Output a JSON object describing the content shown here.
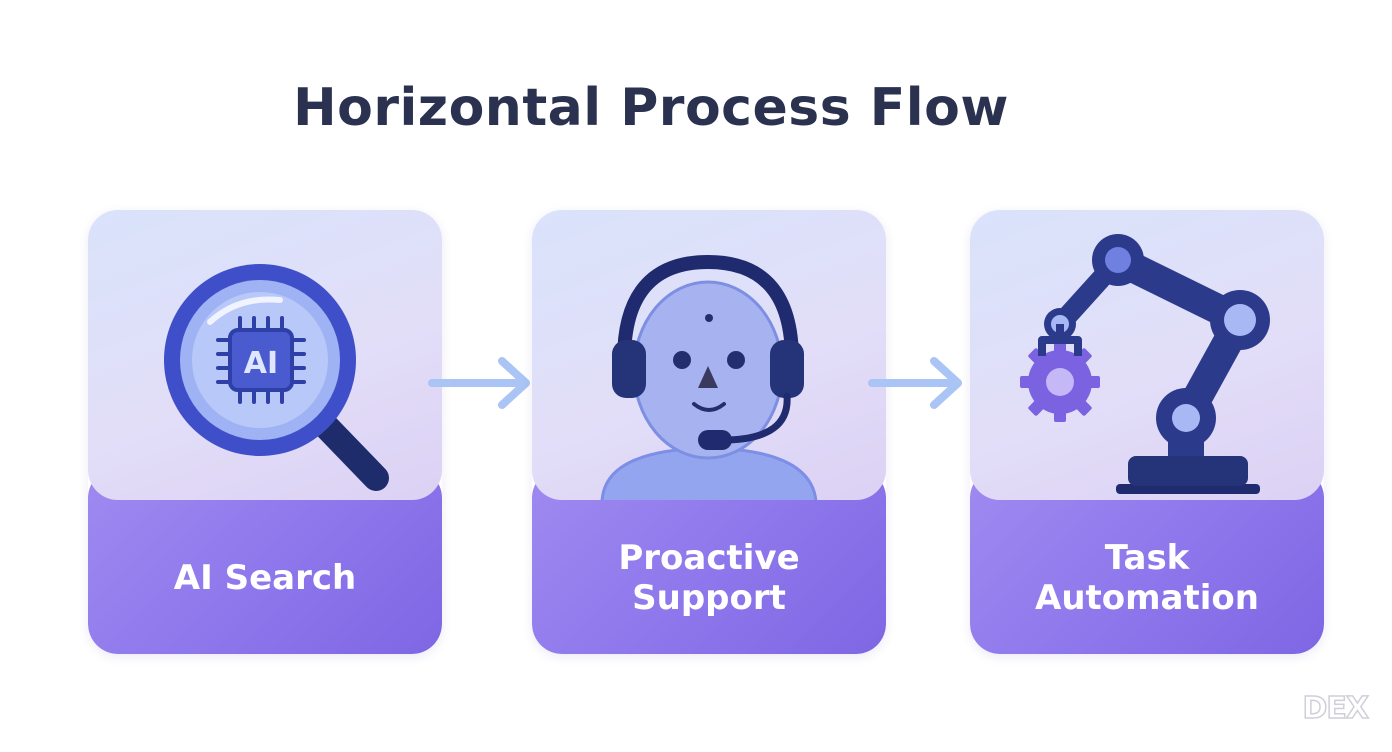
{
  "title": "Horizontal Process Flow",
  "steps": [
    {
      "label": "AI Search",
      "icon": "ai-search-magnifier-icon",
      "icon_text": "AI"
    },
    {
      "label": "Proactive\nSupport",
      "icon": "support-agent-headset-icon"
    },
    {
      "label": "Task\nAutomation",
      "icon": "robotic-arm-gear-icon"
    }
  ],
  "connectors": [
    "arrow-right-icon",
    "arrow-right-icon"
  ],
  "watermark": "DEX",
  "colors": {
    "title": "#2b3250",
    "card_top": "#dfe0f8",
    "card_bottom": "#8c75ec",
    "icon_dark": "#2b3a8a",
    "icon_mid": "#5f6fd8",
    "arrow": "#a9c4f5"
  }
}
